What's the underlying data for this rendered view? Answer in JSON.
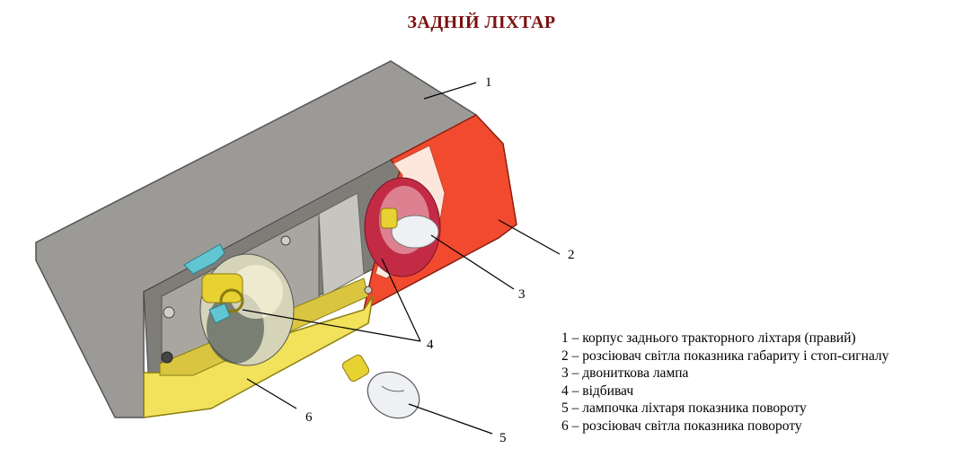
{
  "title": "ЗАДНІЙ ЛІХТАР",
  "colors": {
    "title": "#7a1010",
    "housing": "#9c9a97",
    "red_lens": "#f14a2e",
    "yellow_lens": "#f2e15b",
    "reflector": "#d6d4b8",
    "bulb_socket": "#e8d232",
    "clip": "#62c5d2"
  },
  "callouts": [
    "1",
    "2",
    "3",
    "4",
    "5",
    "6"
  ],
  "legend": [
    "1 – корпус заднього тракторного ліхтаря (правий)",
    "2 – розсіювач світла показника габариту і стоп-сигналу",
    "3 – двониткова лампа",
    "4 – відбивач",
    "5 – лампочка ліхтаря показника повороту",
    "6 – розсіювач світла показника повороту"
  ]
}
